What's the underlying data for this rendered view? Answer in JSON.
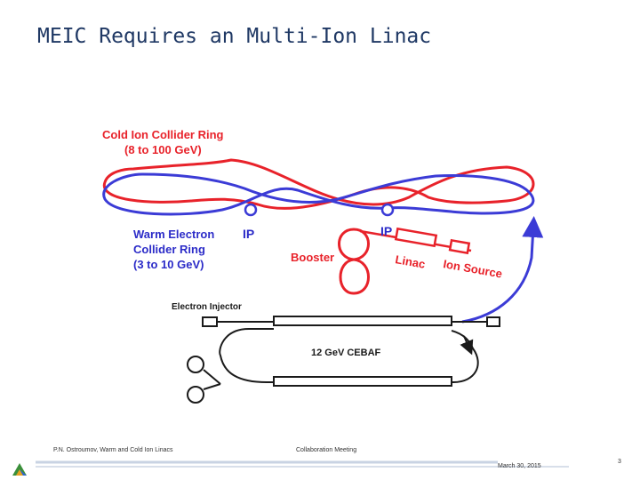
{
  "slide": {
    "title": "MEIC Requires an Multi-Ion Linac",
    "footer_left": "P.N. Ostroumov, Warm and Cold Ion Linacs",
    "footer_center": "Collaboration Meeting",
    "date": "March 30, 2015",
    "page_number": "3"
  },
  "diagram": {
    "cold_ring_label_1": "Cold Ion Collider Ring",
    "cold_ring_label_2": "(8 to 100 GeV)",
    "warm_ring_label_1": "Warm Electron",
    "warm_ring_label_2": "Collider Ring",
    "warm_ring_label_3": "(3 to 10 GeV)",
    "ip_left": "IP",
    "ip_right": "IP",
    "booster": "Booster",
    "linac": "Linac",
    "ion_source": "Ion Source",
    "electron_injector": "Electron Injector",
    "cebaf": "12 GeV CEBAF"
  },
  "colors": {
    "title": "#1f3864",
    "ion_ring": "#e8222a",
    "electron_ring": "#3b3bd6",
    "beamline": "#1a1a1a",
    "label_red": "#e8222a",
    "label_blue": "#2c2cc8",
    "footer_band": "#c9d3e3"
  }
}
